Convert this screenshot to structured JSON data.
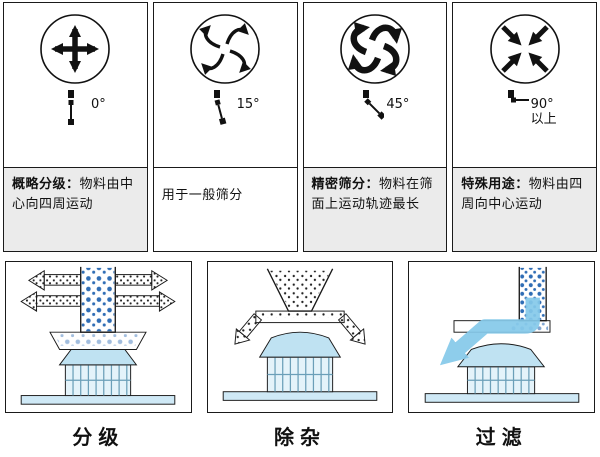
{
  "columns": [
    {
      "angle": "0°",
      "header": "概略分级：",
      "body": "物料由中心向四周运动",
      "pattern": "cross-outward"
    },
    {
      "angle": "15°",
      "header": "",
      "body": "用于一般筛分",
      "pattern": "pinwheel-thin"
    },
    {
      "angle": "45°",
      "header": "精密筛分：",
      "body": "物料在筛面上运动轨迹最长",
      "pattern": "pinwheel-thick"
    },
    {
      "angle": "90°以上",
      "header": "特殊用途：",
      "body": "物料由四周向中心运动",
      "pattern": "cross-inward"
    }
  ],
  "panels": [
    {
      "label": "分级"
    },
    {
      "label": "除杂"
    },
    {
      "label": "过滤"
    }
  ],
  "colors": {
    "outline": "#1a1a1a",
    "dot_blue": "#2f6db5",
    "light_blue": "#bfe2f2",
    "pale_blue": "#e4f3fa",
    "arrow_blue": "#85c9ea",
    "text_bg_gray": "#ebebeb"
  }
}
